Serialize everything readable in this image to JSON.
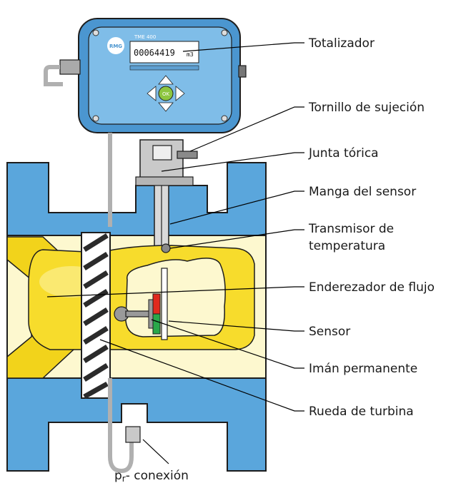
{
  "device": {
    "brand": "RMG",
    "model": "TME 400",
    "display_value": "00064419",
    "display_unit": "m3",
    "ok_button": "OK"
  },
  "labels": {
    "totalizador": "Totalizador",
    "tornillo": "Tornillo de sujeción",
    "junta": "Junta tórica",
    "manga": "Manga del sensor",
    "transmisor_1": "Transmisor de",
    "transmisor_2": "temperatura",
    "enderezador": "Enderezador de flujo",
    "sensor": "Sensor",
    "iman": "Imán permanente",
    "rueda": "Rueda de turbina",
    "conexion_p": "p",
    "conexion_sub": "r",
    "conexion_rest": "- conexión"
  },
  "colors": {
    "pipe_blue": "#5aa6dc",
    "body_cream": "#fdf8cf",
    "yellow": "#f2d31b",
    "housing_blue": "#67ade0",
    "gray": "#c9c9c9",
    "sensor_red": "#e02a1e",
    "sensor_green": "#2aa84a"
  }
}
